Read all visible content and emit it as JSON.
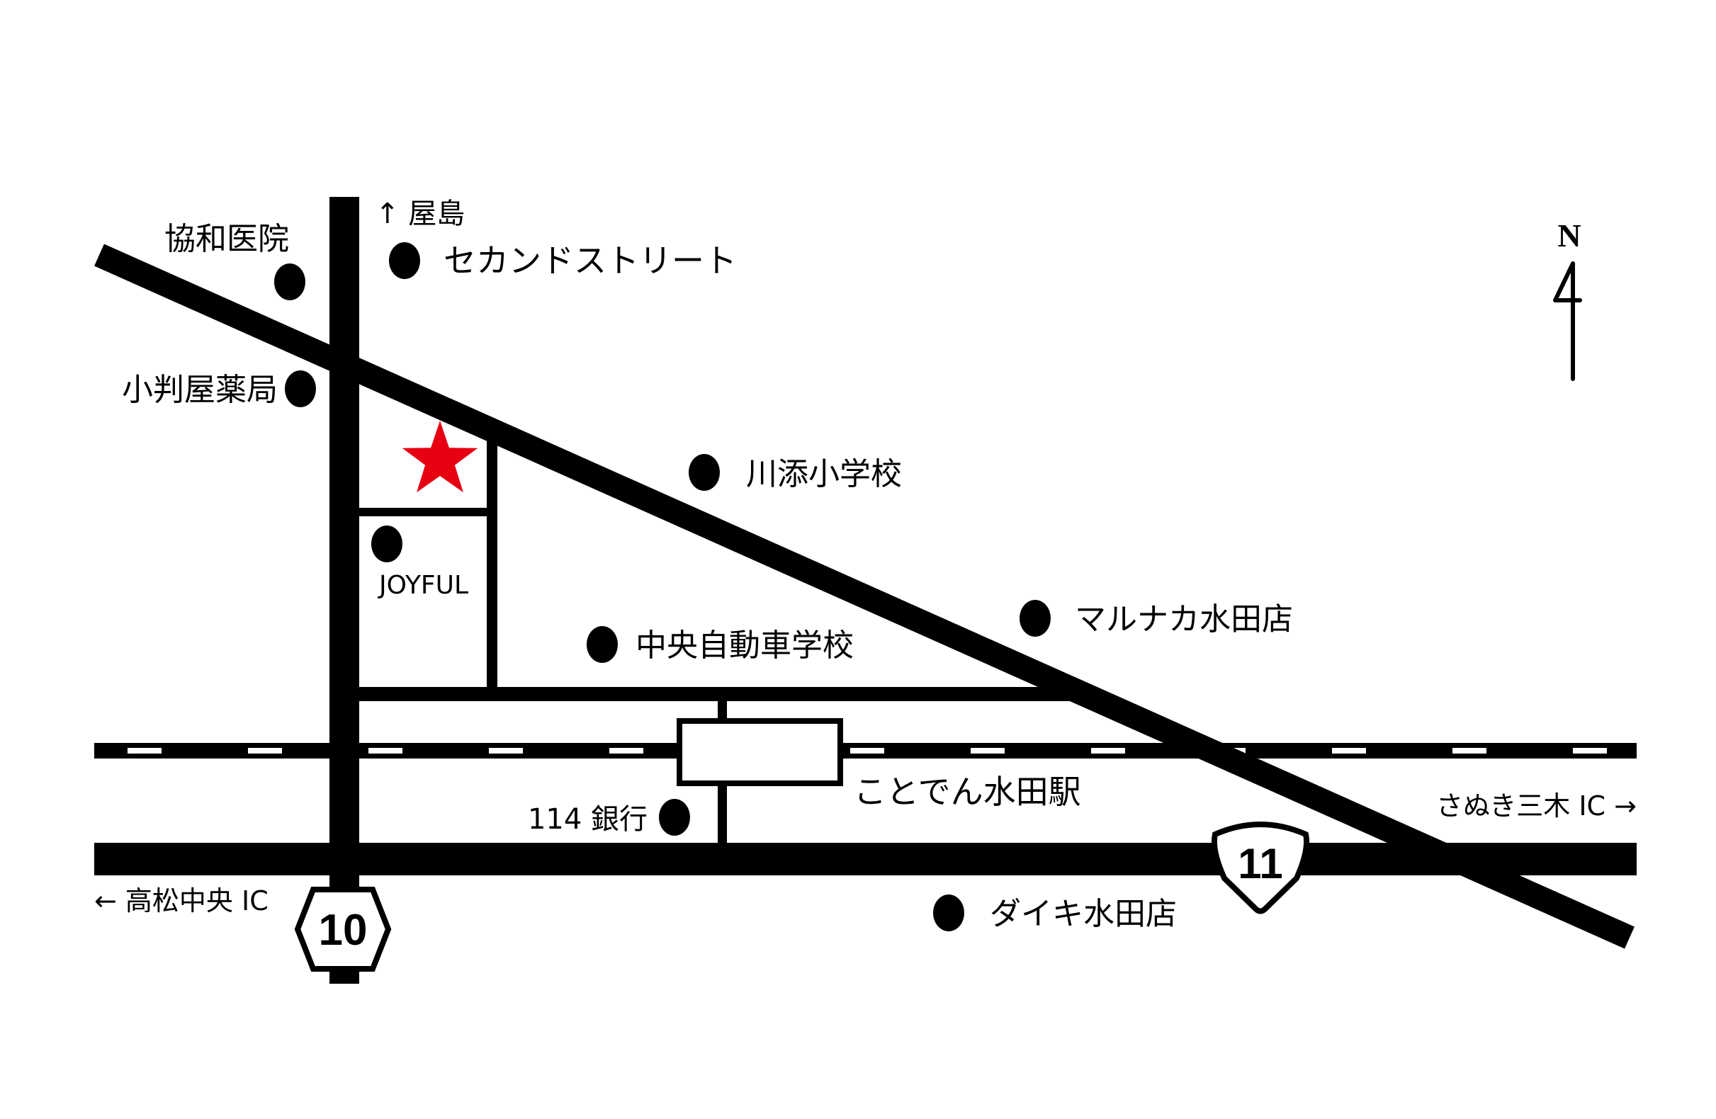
{
  "map": {
    "colors": {
      "road": "#000000",
      "background": "#ffffff",
      "marker": "#e60012"
    },
    "north": {
      "label": "N"
    },
    "route_shields": {
      "route10": "10",
      "route11": "11"
    },
    "directions": {
      "north": "↑ 屋島",
      "west": "← 高松中央 IC",
      "east": "さぬき三木 IC →"
    },
    "destination_marker": {
      "icon": "star-icon"
    },
    "station": {
      "label": "ことでん水田駅"
    },
    "landmarks": [
      {
        "id": "kyowa",
        "label": "協和医院"
      },
      {
        "id": "koban",
        "label": "小判屋薬局"
      },
      {
        "id": "second-street",
        "label": "セカンドストリート"
      },
      {
        "id": "kawazoe",
        "label": "川添小学校"
      },
      {
        "id": "joyful",
        "label": "JOYFUL"
      },
      {
        "id": "chuo-driving",
        "label": "中央自動車学校"
      },
      {
        "id": "marunaka",
        "label": "マルナカ水田店"
      },
      {
        "id": "bank114",
        "label": "114 銀行"
      },
      {
        "id": "daiki",
        "label": "ダイキ水田店"
      }
    ]
  }
}
